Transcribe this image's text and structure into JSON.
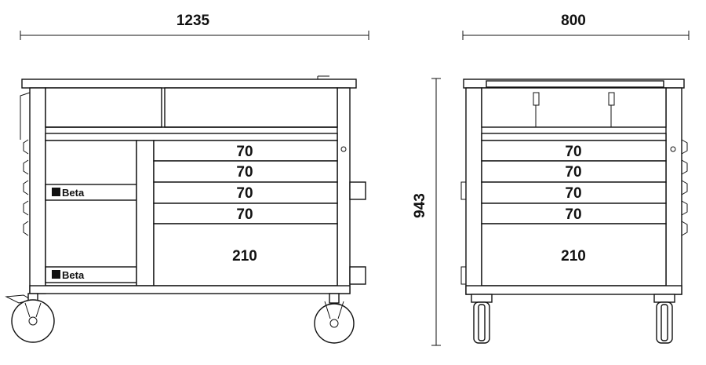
{
  "dimensions": {
    "width": "1235",
    "depth": "800",
    "height": "943"
  },
  "front_view": {
    "drawer_labels": [
      "70",
      "70",
      "70",
      "70",
      "210"
    ],
    "brand_logos": [
      "Beta",
      "Beta"
    ]
  },
  "side_view": {
    "drawer_labels": [
      "70",
      "70",
      "70",
      "70",
      "210"
    ]
  }
}
